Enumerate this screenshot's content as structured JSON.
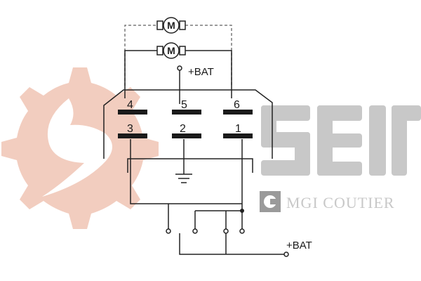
{
  "colors": {
    "wire": "#222222",
    "contact": "#1a1a1a",
    "watermark_gear": "#f2cdbf",
    "watermark_text": "#c8c8c8",
    "watermark_dark": "#9a9a9a",
    "dashed": "#7a7a7a"
  },
  "icons": {
    "motor": "motor-symbol",
    "ground": "ground-symbol",
    "logo": "gear-logo"
  },
  "diagram": {
    "motor_label": "M",
    "terminals": [
      {
        "id": "t4",
        "label": "4"
      },
      {
        "id": "t5",
        "label": "5"
      },
      {
        "id": "t6",
        "label": "6"
      },
      {
        "id": "t3",
        "label": "3"
      },
      {
        "id": "t2",
        "label": "2"
      },
      {
        "id": "t1",
        "label": "1"
      }
    ],
    "supply_top": "+BAT",
    "supply_bottom": "+BAT"
  },
  "watermark": {
    "brand": "seim",
    "company": "MGI COUTIER"
  }
}
